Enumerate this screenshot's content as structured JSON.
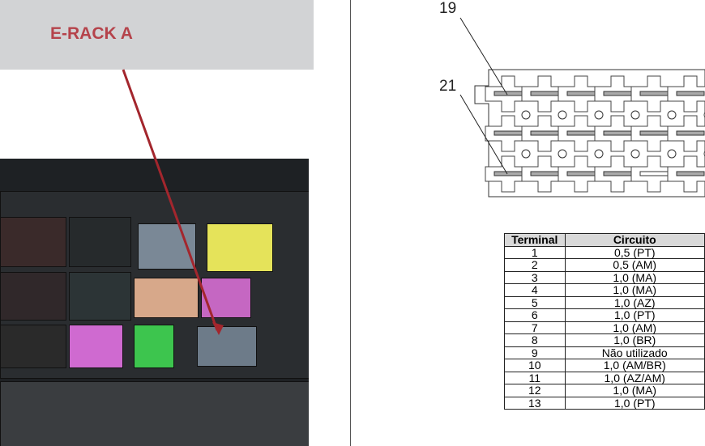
{
  "banner": {
    "title": "E-RACK A"
  },
  "diagram": {
    "labels": [
      "19",
      "21"
    ]
  },
  "table": {
    "headers": [
      "Terminal",
      "Circuito"
    ],
    "rows": [
      [
        "1",
        "0,5 (PT)"
      ],
      [
        "2",
        "0,5 (AM)"
      ],
      [
        "3",
        "1,0 (MA)"
      ],
      [
        "4",
        "1,0 (MA)"
      ],
      [
        "5",
        "1,0 (AZ)"
      ],
      [
        "6",
        "1,0 (PT)"
      ],
      [
        "7",
        "1,0 (AM)"
      ],
      [
        "8",
        "1,0 (BR)"
      ],
      [
        "9",
        "Não utilizado"
      ],
      [
        "10",
        "1,0 (AM/BR)"
      ],
      [
        "11",
        "1,0 (AZ/AM)"
      ],
      [
        "12",
        "1,0 (MA)"
      ],
      [
        "13",
        "1,0 (PT)"
      ]
    ]
  },
  "colors": {
    "banner_text": "#b5434b",
    "arrow": "#a3262d"
  }
}
